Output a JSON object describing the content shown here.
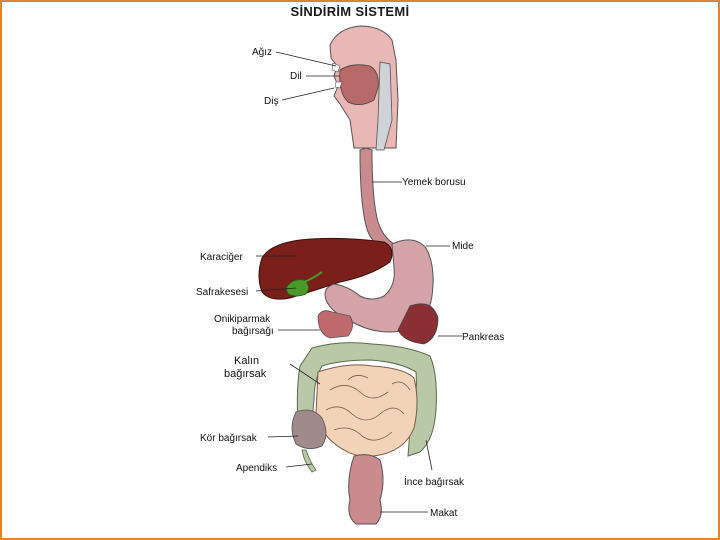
{
  "title": "SİNDİRİM SİSTEMİ",
  "labels": {
    "agiz": "Ağız",
    "dil": "Dil",
    "dis": "Diş",
    "yemek_borusu": "Yemek borusu",
    "mide": "Mide",
    "karaciger": "Karaciğer",
    "safrakesesi": "Safrakesesi",
    "onikiparmak_1": "Onikiparmak",
    "onikiparmak_2": "bağırsağı",
    "pankreas": "Pankreas",
    "kalin_1": "Kalın",
    "kalin_2": "bağırsak",
    "kor_bagirsak": "Kör bağırsak",
    "apendiks": "Apendiks",
    "ince_bagirsak": "İnce bağırsak",
    "makat": "Makat"
  },
  "colors": {
    "frame": "#e8822a",
    "liver": "#7a1f1a",
    "stomach": "#d4a3a8",
    "small_intestine": "#f3d3b8",
    "large_intestine": "#b9c9a8",
    "gallbladder": "#4a9a2a"
  }
}
